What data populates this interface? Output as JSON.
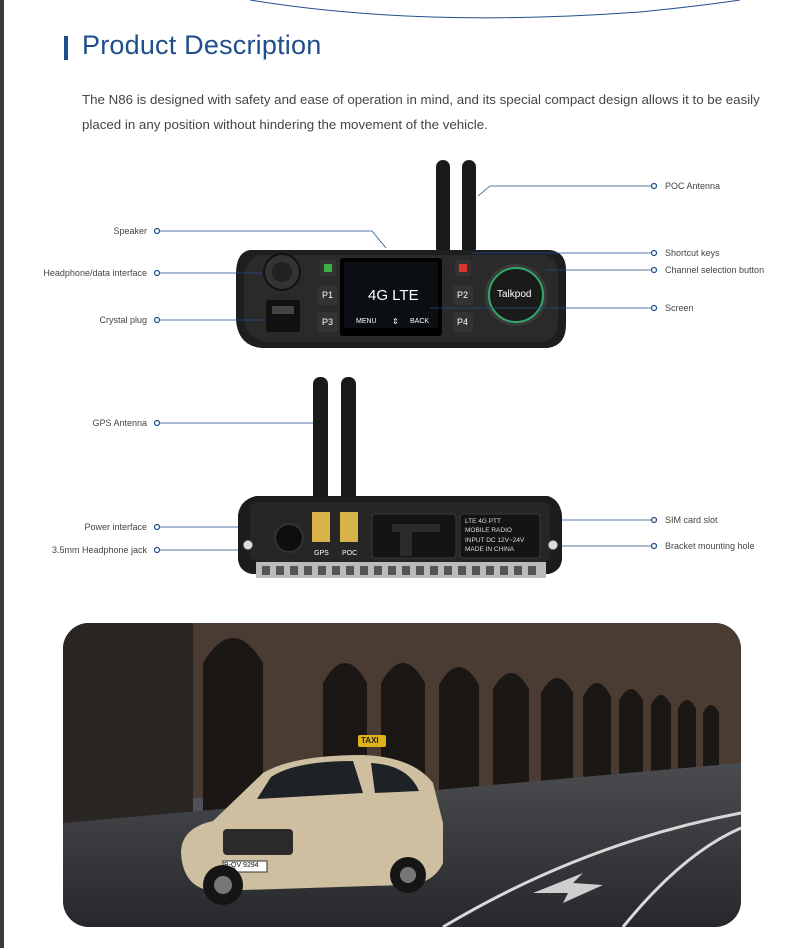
{
  "page": {
    "title": "Product Description",
    "description": "The N86 is designed with safety and ease of operation in mind, and its special compact design allows it to be easily placed in any position without hindering the movement of the vehicle."
  },
  "front_view": {
    "screen_text": "4G LTE",
    "menu_label": "MENU",
    "back_label": "BACK",
    "brand_label": "Talkpod",
    "keys": [
      "P1",
      "P2",
      "P3",
      "P4"
    ],
    "callouts_left": [
      "Speaker",
      "Headphone/data interface",
      "Crystal plug"
    ],
    "callouts_right": [
      "POC Antenna",
      "Shortcut keys",
      "Channel selection button",
      "Screen"
    ]
  },
  "rear_view": {
    "gps_label": "GPS",
    "poc_label": "POC",
    "plate_lines": [
      "LTE 4G PTT",
      "MOBILE RADIO",
      "INPUT DC 12V~24V",
      "MADE IN CHINA"
    ],
    "callouts_left": [
      "GPS Antenna",
      "Power interface",
      "3.5mm Headphone jack"
    ],
    "callouts_right": [
      "SIM card slot",
      "Bracket mounting hole"
    ]
  },
  "photo": {
    "taxi_sign": "TAXI",
    "plate": "B-QV 9294"
  },
  "colors": {
    "title": "#1f4e8c",
    "callout_line": "#1f4e8c",
    "device_body": "#1c1c1c",
    "connector_gold": "#d9b24a"
  }
}
